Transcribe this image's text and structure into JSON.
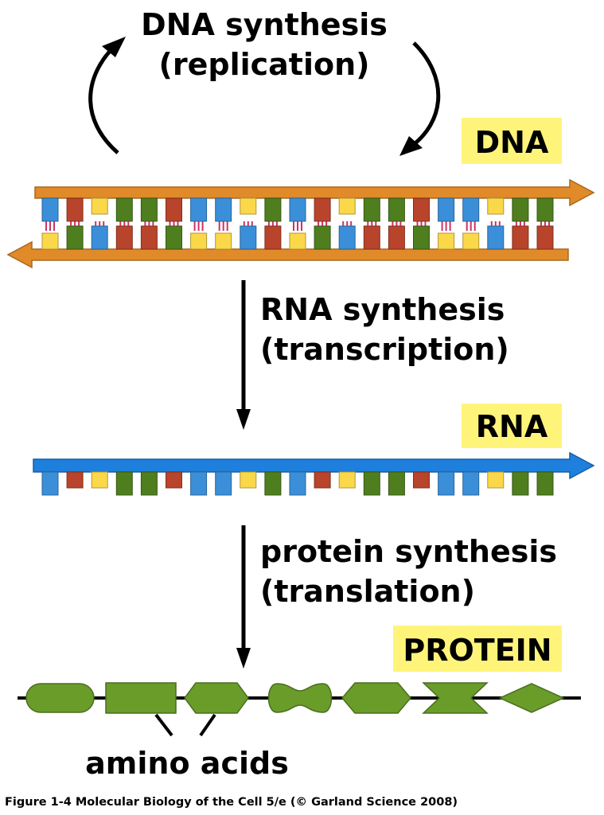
{
  "labels": {
    "replication_line1": "DNA synthesis",
    "replication_line2": "(replication)",
    "transcription_line1": "RNA synthesis",
    "transcription_line2": "(transcription)",
    "translation_line1": "protein synthesis",
    "translation_line2": "(translation)",
    "dna_box": "DNA",
    "rna_box": "RNA",
    "protein_box": "PROTEIN",
    "amino_acids": "amino acids"
  },
  "caption": "Figure 1-4  Molecular Biology of the Cell 5/e (© Garland Science 2008)",
  "colors": {
    "dna_backbone": "#e08a2a",
    "rna_backbone": "#1f7fdc",
    "label_box": "#fff47a",
    "base_blue": "#3b8fd9",
    "base_red": "#b8442c",
    "base_yellow": "#fbd84a",
    "base_green": "#4f7e1e",
    "amino_acid": "#6a9c2a",
    "link": "#cc3366"
  },
  "dna_top_bases": [
    "blue",
    "red",
    "yellow",
    "green",
    "green",
    "red",
    "blue",
    "blue",
    "yellow",
    "green",
    "blue",
    "red",
    "yellow",
    "green",
    "green",
    "red",
    "blue",
    "blue",
    "yellow",
    "green",
    "green"
  ],
  "amino_acid_shapes": [
    "capsule",
    "rectangle",
    "hexagon",
    "dumbbell",
    "hexagon",
    "bowtie",
    "diamond"
  ]
}
